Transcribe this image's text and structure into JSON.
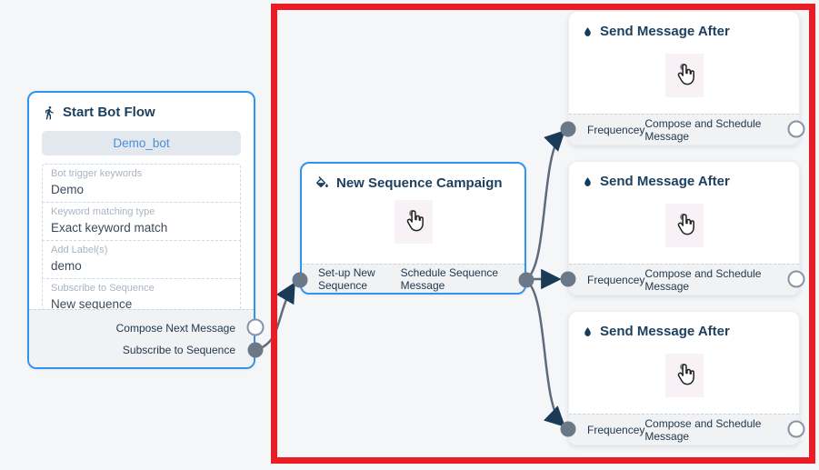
{
  "colors": {
    "canvas_bg": "#f5f6f8",
    "annotation_red": "#ec1c24",
    "node_border_blue": "#2e94f0",
    "title_navy": "#1c3f5e",
    "edge_gray": "#5d6b7c",
    "arrow_navy": "#1b3a57",
    "port_filled": "#6b7888",
    "port_hollow_stroke": "#8893a3",
    "button_bg": "#e3e8ee",
    "button_text": "#4a90d6",
    "footer_bg": "#f0f2f4"
  },
  "icons": {
    "start": "walking-person",
    "campaign": "paint-bucket",
    "send": "water-drop",
    "body_placeholder": "hand-pointer"
  },
  "start_node": {
    "title": "Start Bot Flow",
    "bot_button_label": "Demo_bot",
    "fields": [
      {
        "label": "Bot trigger keywords",
        "value": "Demo"
      },
      {
        "label": "Keyword matching type",
        "value": "Exact keyword match"
      },
      {
        "label": "Add Label(s)",
        "value": "demo"
      },
      {
        "label": "Subscribe to Sequence",
        "value": "New sequence"
      }
    ],
    "outputs": [
      {
        "label": "Compose Next Message",
        "connected": false
      },
      {
        "label": "Subscribe to Sequence",
        "connected": true
      }
    ]
  },
  "campaign_node": {
    "title": "New Sequence Campaign",
    "input_label": "Set-up New Sequence",
    "output_label": "Schedule Sequence Message"
  },
  "send_nodes": [
    {
      "title": "Send Message After",
      "input_label": "Frequencey",
      "output_label": "Compose and Schedule Message"
    },
    {
      "title": "Send Message After",
      "input_label": "Frequencey",
      "output_label": "Compose and Schedule Message"
    },
    {
      "title": "Send Message After",
      "input_label": "Frequencey",
      "output_label": "Compose and Schedule Message"
    }
  ]
}
